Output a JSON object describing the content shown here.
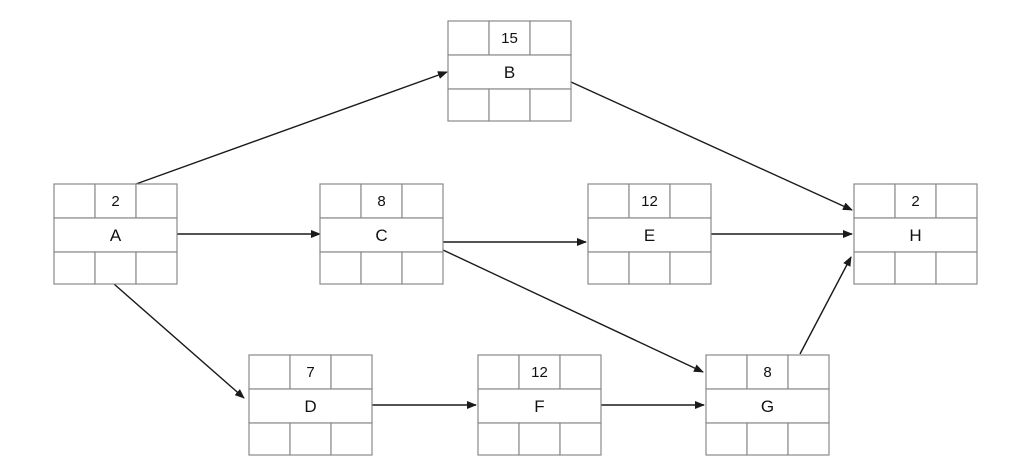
{
  "colors": {
    "line": "#1a1a1a",
    "box_border": "#8a8a8a",
    "text": "#111111"
  },
  "nodes": [
    {
      "id": "A",
      "name": "A",
      "duration": "2"
    },
    {
      "id": "B",
      "name": "B",
      "duration": "15"
    },
    {
      "id": "C",
      "name": "C",
      "duration": "8"
    },
    {
      "id": "D",
      "name": "D",
      "duration": "7"
    },
    {
      "id": "E",
      "name": "E",
      "duration": "12"
    },
    {
      "id": "F",
      "name": "F",
      "duration": "12"
    },
    {
      "id": "G",
      "name": "G",
      "duration": "8"
    },
    {
      "id": "H",
      "name": "H",
      "duration": "2"
    }
  ],
  "edges": [
    {
      "from": "A",
      "to": "B"
    },
    {
      "from": "A",
      "to": "C"
    },
    {
      "from": "A",
      "to": "D"
    },
    {
      "from": "B",
      "to": "H"
    },
    {
      "from": "C",
      "to": "E"
    },
    {
      "from": "C",
      "to": "G"
    },
    {
      "from": "D",
      "to": "F"
    },
    {
      "from": "E",
      "to": "H"
    },
    {
      "from": "F",
      "to": "G"
    },
    {
      "from": "G",
      "to": "H"
    }
  ]
}
